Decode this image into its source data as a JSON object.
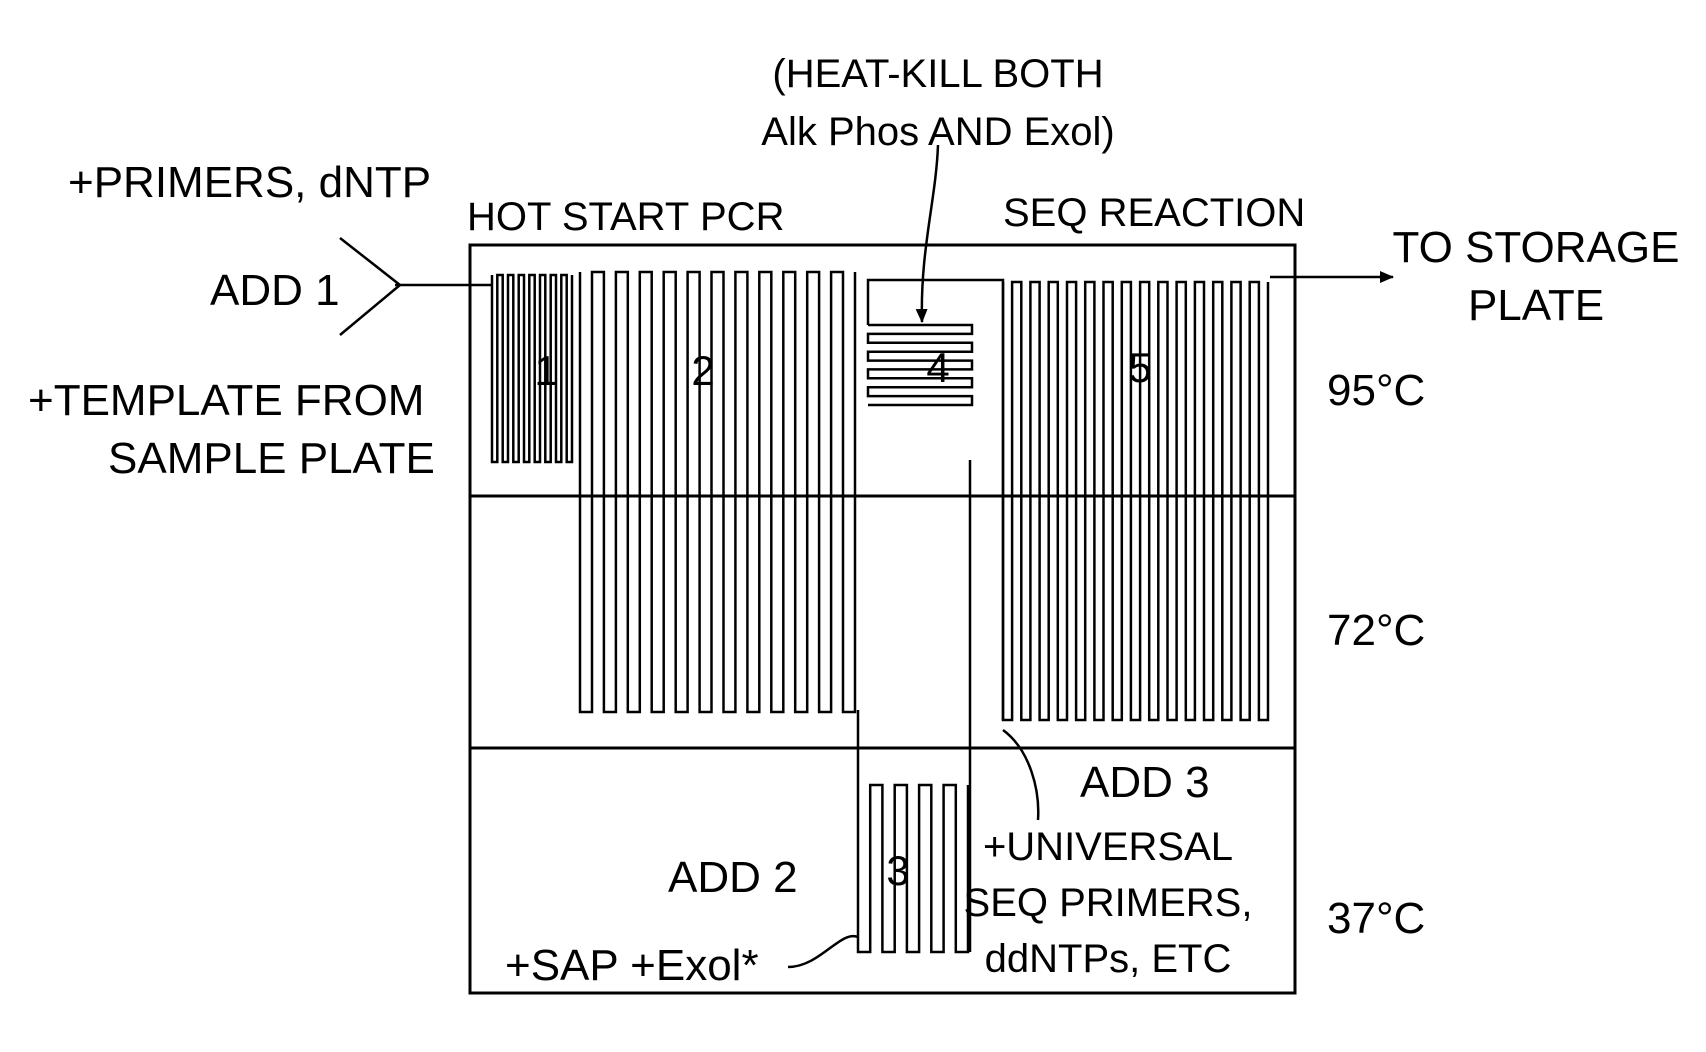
{
  "labels": {
    "heat_kill_line1": "(HEAT-KILL BOTH",
    "heat_kill_line2": "Alk Phos AND Exol)",
    "primers": "+PRIMERS, dNTP",
    "hot_start": "HOT START",
    "pcr": "PCR",
    "seq_reaction": "SEQ REACTION",
    "to_storage_line1": "TO STORAGE",
    "to_storage_line2": "PLATE",
    "add1": "ADD 1",
    "template_line1": "+TEMPLATE FROM",
    "template_line2": "SAMPLE PLATE",
    "add2": "ADD 2",
    "sap_exo": "+SAP +Exol*",
    "add3": "ADD 3",
    "universal_line1": "+UNIVERSAL",
    "universal_line2": "SEQ PRIMERS,",
    "universal_line3": "ddNTPs, ETC"
  },
  "zones": {
    "section1": "1",
    "section2": "2",
    "section3": "3",
    "section4": "4",
    "section5": "5"
  },
  "temperatures": {
    "t95": "95°C",
    "t72": "72°C",
    "t37": "37°C"
  },
  "colors": {
    "ink": "#000000",
    "background": "#ffffff"
  }
}
